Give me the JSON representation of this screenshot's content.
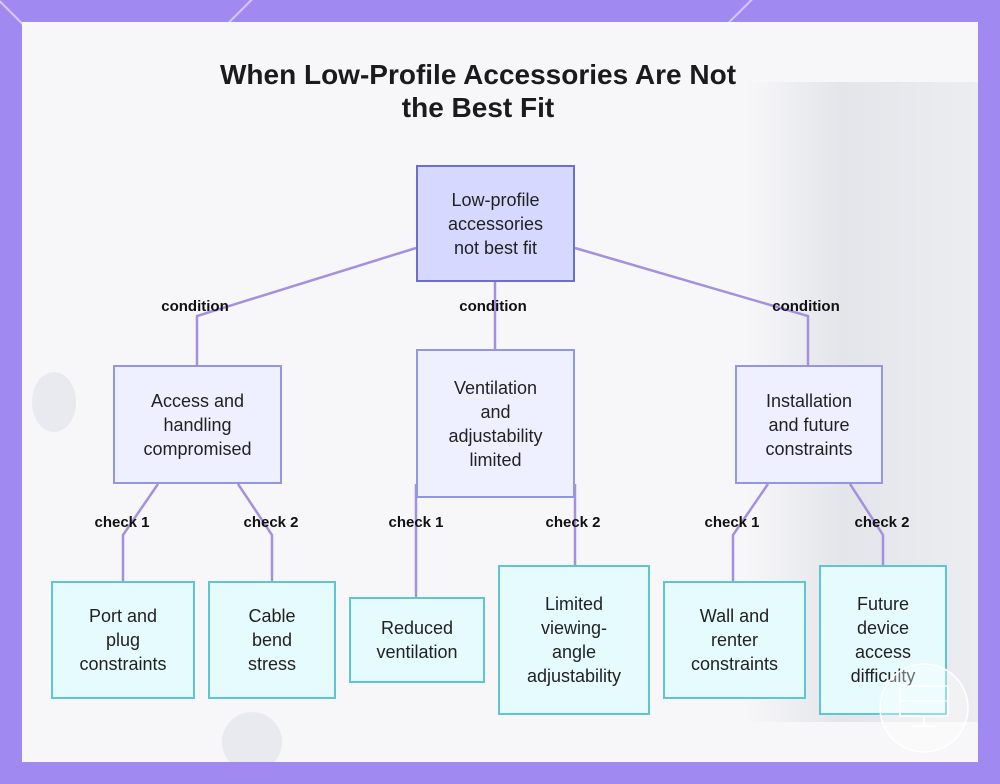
{
  "title": {
    "line1": "When Low-Profile Accessories Are Not",
    "line2": "the Best Fit"
  },
  "colors": {
    "frame": "#a08af2",
    "root_fill": "#d6d8ff",
    "mid_fill": "#eef0ff",
    "leaf_fill": "#e6fbfd",
    "connector": "#a590e0"
  },
  "root": {
    "lines": [
      "Low-profile",
      "accessories",
      "not best fit"
    ]
  },
  "conditions": [
    {
      "edge": "condition",
      "lines": [
        "Access and",
        "handling",
        "compromised"
      ],
      "checks": [
        {
          "edge": "check 1",
          "lines": [
            "Port and",
            "plug",
            "constraints"
          ]
        },
        {
          "edge": "check 2",
          "lines": [
            "Cable",
            "bend",
            "stress"
          ]
        }
      ]
    },
    {
      "edge": "condition",
      "lines": [
        "Ventilation",
        "and",
        "adjustability",
        "limited"
      ],
      "checks": [
        {
          "edge": "check 1",
          "lines": [
            "Reduced",
            "ventilation"
          ]
        },
        {
          "edge": "check 2",
          "lines": [
            "Limited",
            "viewing-",
            "angle",
            "adjustability"
          ]
        }
      ]
    },
    {
      "edge": "condition",
      "lines": [
        "Installation",
        "and future",
        "constraints"
      ],
      "checks": [
        {
          "edge": "check 1",
          "lines": [
            "Wall and",
            "renter",
            "constraints"
          ]
        },
        {
          "edge": "check 2",
          "lines": [
            "Future",
            "device",
            "access",
            "difficulty"
          ]
        }
      ]
    }
  ]
}
